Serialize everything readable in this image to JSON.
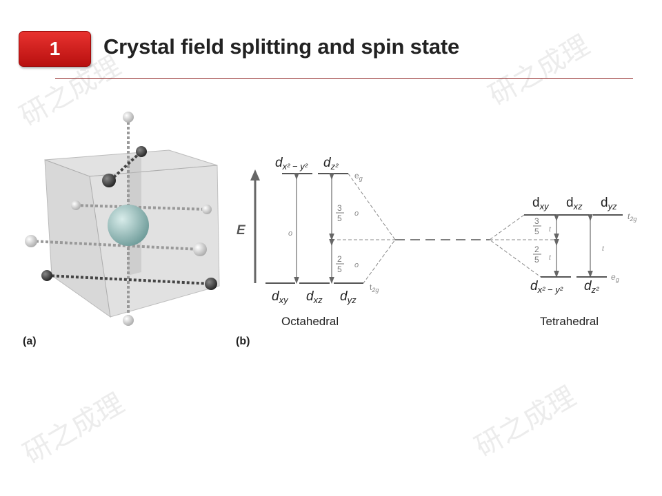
{
  "header": {
    "number": "1",
    "title": "Crystal field splitting and spin state"
  },
  "watermark": "研之成理",
  "figure": {
    "panel_a": "(a)",
    "panel_b": "(b)",
    "energy_axis": "E",
    "octahedral": {
      "label": "Octahedral",
      "eg_label": "e",
      "eg_sub": "g",
      "t2g_label": "t",
      "t2g_sub": "2g",
      "upper": [
        {
          "d": "d",
          "sub": "x² − y²"
        },
        {
          "d": "d",
          "sub": "z²"
        }
      ],
      "lower": [
        {
          "d": "d",
          "sub": "xy"
        },
        {
          "d": "d",
          "sub": "xz"
        },
        {
          "d": "d",
          "sub": "yz"
        }
      ],
      "delta": "o",
      "frac_up": {
        "num": "3",
        "den": "5",
        "sym": "o"
      },
      "frac_down": {
        "num": "2",
        "den": "5",
        "sym": "o"
      }
    },
    "tetrahedral": {
      "label": "Tetrahedral",
      "t2g_label": "t",
      "t2g_sub": "2g",
      "eg_label": "e",
      "eg_sub": "g",
      "upper": [
        {
          "d": "d",
          "sub": "xy"
        },
        {
          "d": "d",
          "sub": "xz"
        },
        {
          "d": "d",
          "sub": "yz"
        }
      ],
      "lower": [
        {
          "d": "d",
          "sub": "x² − y²"
        },
        {
          "d": "d",
          "sub": "z²"
        }
      ],
      "delta": "t",
      "frac_up": {
        "num": "3",
        "den": "5",
        "sym": "t"
      },
      "frac_down": {
        "num": "2",
        "den": "5",
        "sym": "t"
      }
    }
  }
}
